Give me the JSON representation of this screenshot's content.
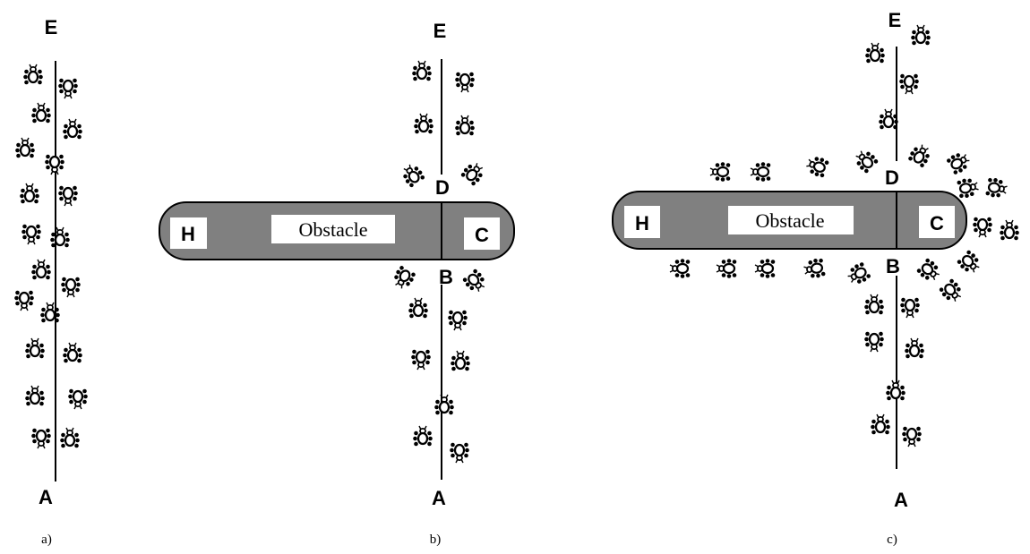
{
  "panels": [
    {
      "caption": "a)",
      "labels": {
        "top": "E",
        "bottom": "A"
      }
    },
    {
      "caption": "b)",
      "labels": {
        "top": "E",
        "bottom": "A",
        "above_obstacle": "D",
        "below_obstacle": "B",
        "left_end": "H",
        "right_end": "C"
      },
      "obstacle_text": "Obstacle"
    },
    {
      "caption": "c)",
      "labels": {
        "top": "E",
        "bottom": "A",
        "above_obstacle": "D",
        "below_obstacle": "B",
        "left_end": "H",
        "right_end": "C"
      },
      "obstacle_text": "Obstacle"
    }
  ],
  "colors": {
    "obstacle_fill": "#808080",
    "line": "#000000",
    "label_box": "#ffffff"
  },
  "icon": "ant-icon"
}
